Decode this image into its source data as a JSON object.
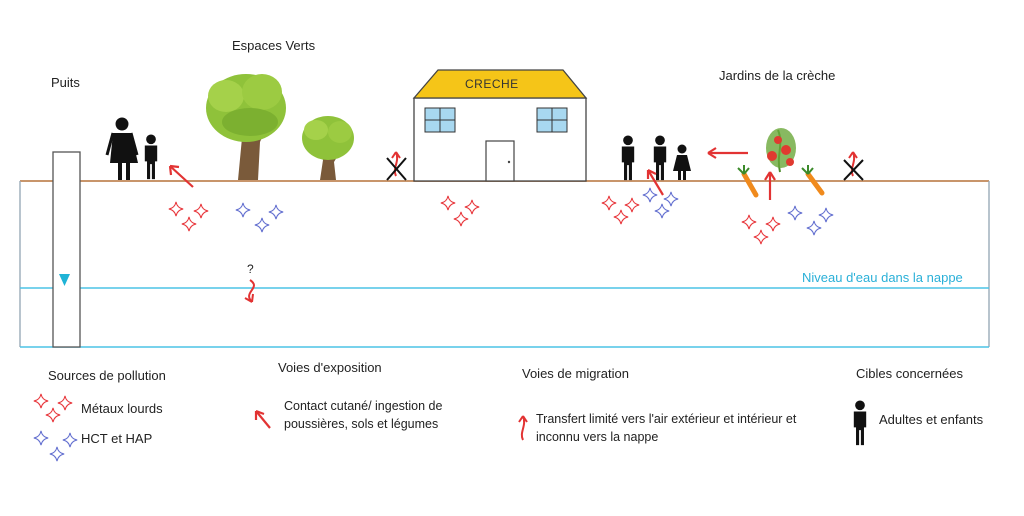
{
  "scene": {
    "labels": {
      "well": "Puits",
      "green_spaces": "Espaces Verts",
      "creche_sign": "CRECHE",
      "creche_gardens": "Jardins de la crèche",
      "water_level": "Niveau d'eau dans la nappe",
      "unknown_marker": "?"
    }
  },
  "legend": {
    "sources": {
      "title": "Sources de pollution",
      "heavy_metals": "Métaux lourds",
      "hydrocarbons": "HCT et HAP"
    },
    "exposure": {
      "title": "Voies d'exposition",
      "description": "Contact cutané/ ingestion de poussières, sols et légumes"
    },
    "migration": {
      "title": "Voies de migration",
      "description": "Transfert limité vers l'air extérieur et intérieur et inconnu vers la nappe"
    },
    "targets": {
      "title": "Cibles concernées",
      "description": "Adultes et enfants"
    }
  },
  "colors": {
    "ground_line": "#c8956b",
    "water_line": "#4cc3e6",
    "heavy_metals": "#e8383d",
    "hydrocarbons": "#6470d0",
    "roof": "#f5c518",
    "arrow": "#e23333",
    "outline": "#333333"
  },
  "icons": [
    "star-metal-icon",
    "star-hydrocarbon-icon",
    "tree-icon",
    "person-icon",
    "arrow-icon",
    "cross-icon",
    "water-triangle-icon",
    "carrot-icon",
    "tomato-plant-icon"
  ]
}
